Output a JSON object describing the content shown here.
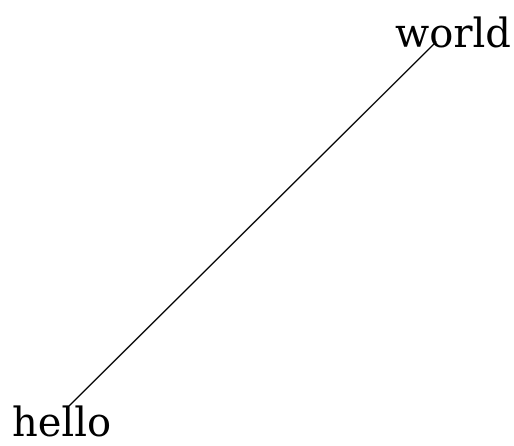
{
  "diagram": {
    "nodes": [
      {
        "id": "hello",
        "label": "hello"
      },
      {
        "id": "world",
        "label": "world"
      }
    ],
    "edges": [
      {
        "from": "hello",
        "to": "world"
      }
    ],
    "colors": {
      "background": "#ffffff",
      "line": "#000000",
      "text": "#000000"
    }
  }
}
